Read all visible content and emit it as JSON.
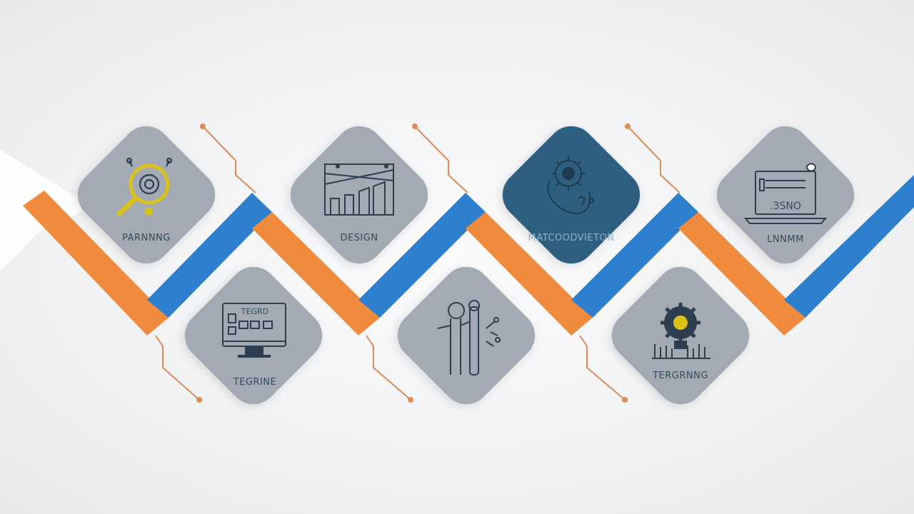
{
  "colors": {
    "orange": "#f08a3c",
    "blue": "#2f7fcf",
    "tile": "#a3aab3",
    "tile_dark": "#2e5f80",
    "icon": "#2c3e4f",
    "label": "#34495e",
    "connector": "#e08a55"
  },
  "steps": [
    {
      "label": "PARNNNG",
      "icon": "magnifier-icon",
      "highlight": false,
      "row": "top"
    },
    {
      "label": "TEGRINE",
      "icon": "monitor-icon",
      "highlight": false,
      "row": "bottom"
    },
    {
      "label": "DESIGN",
      "icon": "blueprint-icon",
      "highlight": false,
      "row": "top"
    },
    {
      "label": "",
      "icon": "people-icon",
      "highlight": false,
      "row": "bottom"
    },
    {
      "label": "MATCOODVIETON",
      "icon": "gear-plant-icon",
      "highlight": true,
      "row": "top"
    },
    {
      "label": "TERGRNNG",
      "icon": "gear-chart-icon",
      "highlight": false,
      "row": "bottom"
    },
    {
      "label": "LNNMM",
      "icon": "laptop-icon",
      "highlight": false,
      "row": "top"
    }
  ],
  "icon_texts": {
    "monitor_screen": "TEGRD",
    "laptop_screen": ".3SNO"
  }
}
